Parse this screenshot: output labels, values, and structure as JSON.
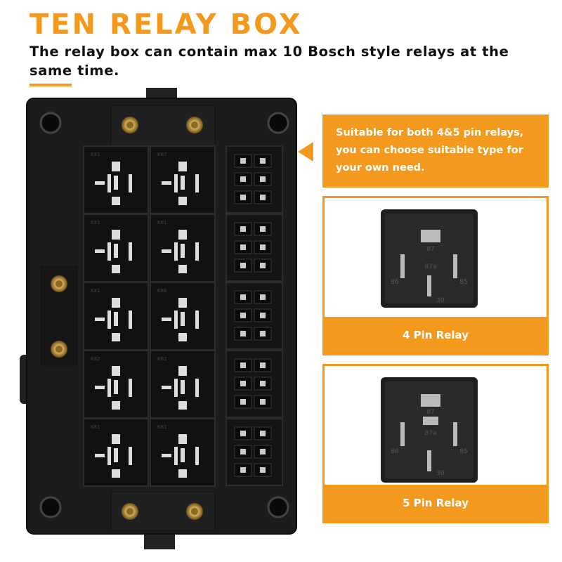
{
  "header": {
    "title": "TEN RELAY BOX",
    "subtitle": "The relay box can contain max 10 Bosch style relays at the same time."
  },
  "callout": {
    "text_line1": "Suitable for both 4&5 pin relays,",
    "text_line2": "you can choose suitable type for",
    "text_line3": "your own need."
  },
  "cards": [
    {
      "label": "4 Pin Relay",
      "pins": [
        "87",
        "87a",
        "86",
        "85",
        "30"
      ]
    },
    {
      "label": "5 Pin Relay",
      "pins": [
        "87",
        "87a",
        "86",
        "85",
        "30"
      ]
    }
  ],
  "relay_slot_marks": [
    "K81",
    "K87",
    "K81",
    "K81",
    "K81",
    "K86",
    "K82",
    "K82",
    "K81",
    "K81"
  ],
  "colors": {
    "accent": "#f39a1e",
    "box": "#1a1a1a",
    "brass": "#c9a04a"
  }
}
